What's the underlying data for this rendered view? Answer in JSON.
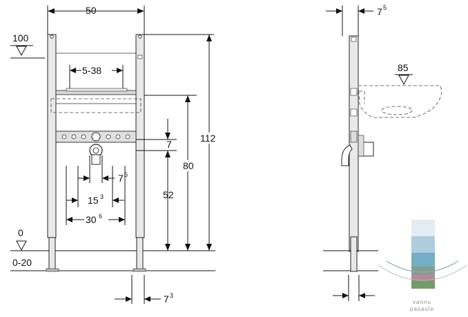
{
  "front_view": {
    "width_label": "50",
    "level_top": "100",
    "level_floor": "0",
    "floor_range": "0-20",
    "adjust_range": "5-38",
    "height_total": "112",
    "height_mid": "80",
    "height_low": "52",
    "offset_small": "7",
    "spacing_a": {
      "base": "7",
      "sup": "6"
    },
    "spacing_b": {
      "base": "15",
      "sup": "3"
    },
    "spacing_c": {
      "base": "30",
      "sup": "6"
    },
    "foot_width": {
      "base": "7",
      "sup": "3"
    }
  },
  "side_view": {
    "depth_top": {
      "base": "7",
      "sup": "5"
    },
    "basin_level": "85"
  },
  "watermark": {
    "line1": "vannu",
    "line2": "pasaule",
    "colors": [
      "#dfe9ef",
      "#9fc4d6",
      "#5e9fbd",
      "#6b8f7a",
      "#b06f86",
      "#5b8a4f"
    ]
  }
}
